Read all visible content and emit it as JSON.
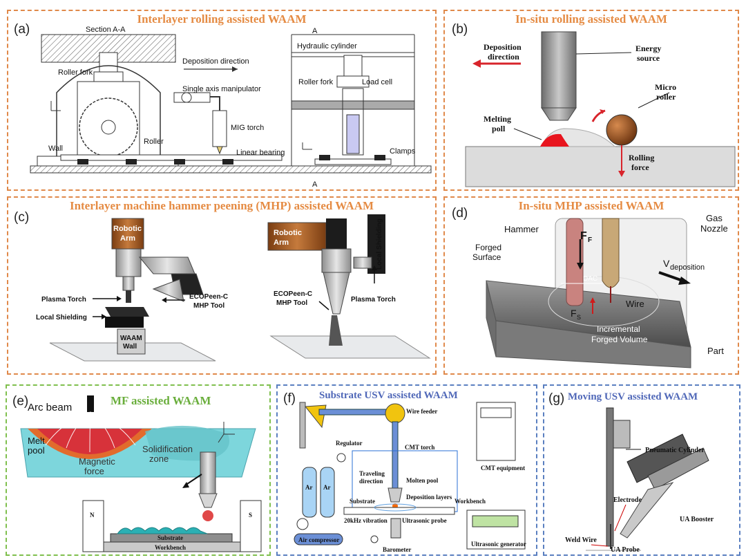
{
  "panels": {
    "a": {
      "letter": "(a)",
      "title": "Interlayer rolling assisted WAAM",
      "labels": {
        "section": "Section A-A",
        "a_top": "A",
        "a_bottom": "A",
        "roller_fork": "Roller fork",
        "roller": "Roller",
        "wall": "Wall",
        "deposition_direction": "Deposition direction",
        "single_axis_manipulator": "Single axis manipulator",
        "mig_torch": "MIG torch",
        "linear_bearing": "Linear bearing",
        "hydraulic_cylinder": "Hydraulic cylinder",
        "roller_fork_2": "Roller fork",
        "load_cell": "Load cell",
        "clamps": "Clamps"
      }
    },
    "b": {
      "letter": "(b)",
      "title": "In-situ rolling assisted WAAM",
      "labels": {
        "deposition_1": "Deposition",
        "deposition_2": "direction",
        "energy_1": "Energy",
        "energy_2": "source",
        "micro_1": "Micro",
        "micro_2": "roller",
        "melting_1": "Melting",
        "melting_2": "poll",
        "rolling_1": "Rolling",
        "rolling_2": "force"
      }
    },
    "c": {
      "letter": "(c)",
      "title": "Interlayer machine hammer peening (MHP) assisted WAAM",
      "labels": {
        "robotic_arm_1a": "Robotic",
        "robotic_arm_1b": "Arm",
        "plasma_torch": "Plasma Torch",
        "local_shielding": "Local Shielding",
        "ecopeen_1a": "ECOPeen-C",
        "ecopeen_1b": "MHP Tool",
        "waam_1": "WAAM",
        "waam_2": "Wall",
        "robotic_arm_2a": "Robotic",
        "robotic_arm_2b": "Arm",
        "local_shielding_2": "Local Shielding",
        "ecopeen_2a": "ECOPeen-C",
        "ecopeen_2b": "MHP Tool",
        "plasma_torch_2": "Plasma Torch"
      }
    },
    "d": {
      "letter": "(d)",
      "title": "In-situ MHP assisted WAAM",
      "labels": {
        "hammer": "Hammer",
        "ff": "F",
        "ff_sub": "F",
        "gas_1": "Gas",
        "gas_2": "Nozzle",
        "forged_1": "Forged",
        "forged_2": "Surface",
        "v": "V",
        "v_sub": "deposition",
        "dac": "DAC",
        "wire": "Wire",
        "fs": "F",
        "fs_sub": "S",
        "incremental_1": "Incremental",
        "incremental_2": "Forged Volume",
        "part": "Part"
      }
    },
    "e": {
      "letter": "(e)",
      "title": "MF assisted WAAM",
      "labels": {
        "arc_beam": "Arc beam",
        "melt_1": "Melt",
        "melt_2": "pool",
        "magnetic_1": "Magnetic",
        "magnetic_2": "force",
        "solid_1": "Solidification",
        "solid_2": "zone",
        "n": "N",
        "s": "S",
        "substrate": "Substrate",
        "workbench": "Workbench"
      }
    },
    "f": {
      "letter": "(f)",
      "title": "Substrate USV assisted WAAM",
      "labels": {
        "wire_feeder": "Wire feeder",
        "regulator": "Regulator",
        "cmt_torch": "CMT torch",
        "cmt_equipment": "CMT equipment",
        "traveling_1": "Traveling",
        "traveling_2": "direction",
        "molten_pool": "Molten pool",
        "deposition_layers": "Deposition layers",
        "ar_1": "Ar",
        "ar_2": "Ar",
        "substrate": "Substrate",
        "workbench": "Workbench",
        "vibration": "20kHz vibration",
        "ultrasonic_probe": "Ultrasonic probe",
        "air_compressor": "Air compressor",
        "barometer": "Barometer",
        "ultrasonic_generator": "Ultrasonic generator"
      }
    },
    "g": {
      "letter": "(g)",
      "title": "Moving USV assisted WAAM",
      "labels": {
        "pneumatic_cylinder": "Pneumatic Cylinder",
        "electrode": "Electrode",
        "ua_booster": "UA Booster",
        "weld_wire": "Weld Wire",
        "ua_probe": "UA Probe"
      }
    }
  }
}
